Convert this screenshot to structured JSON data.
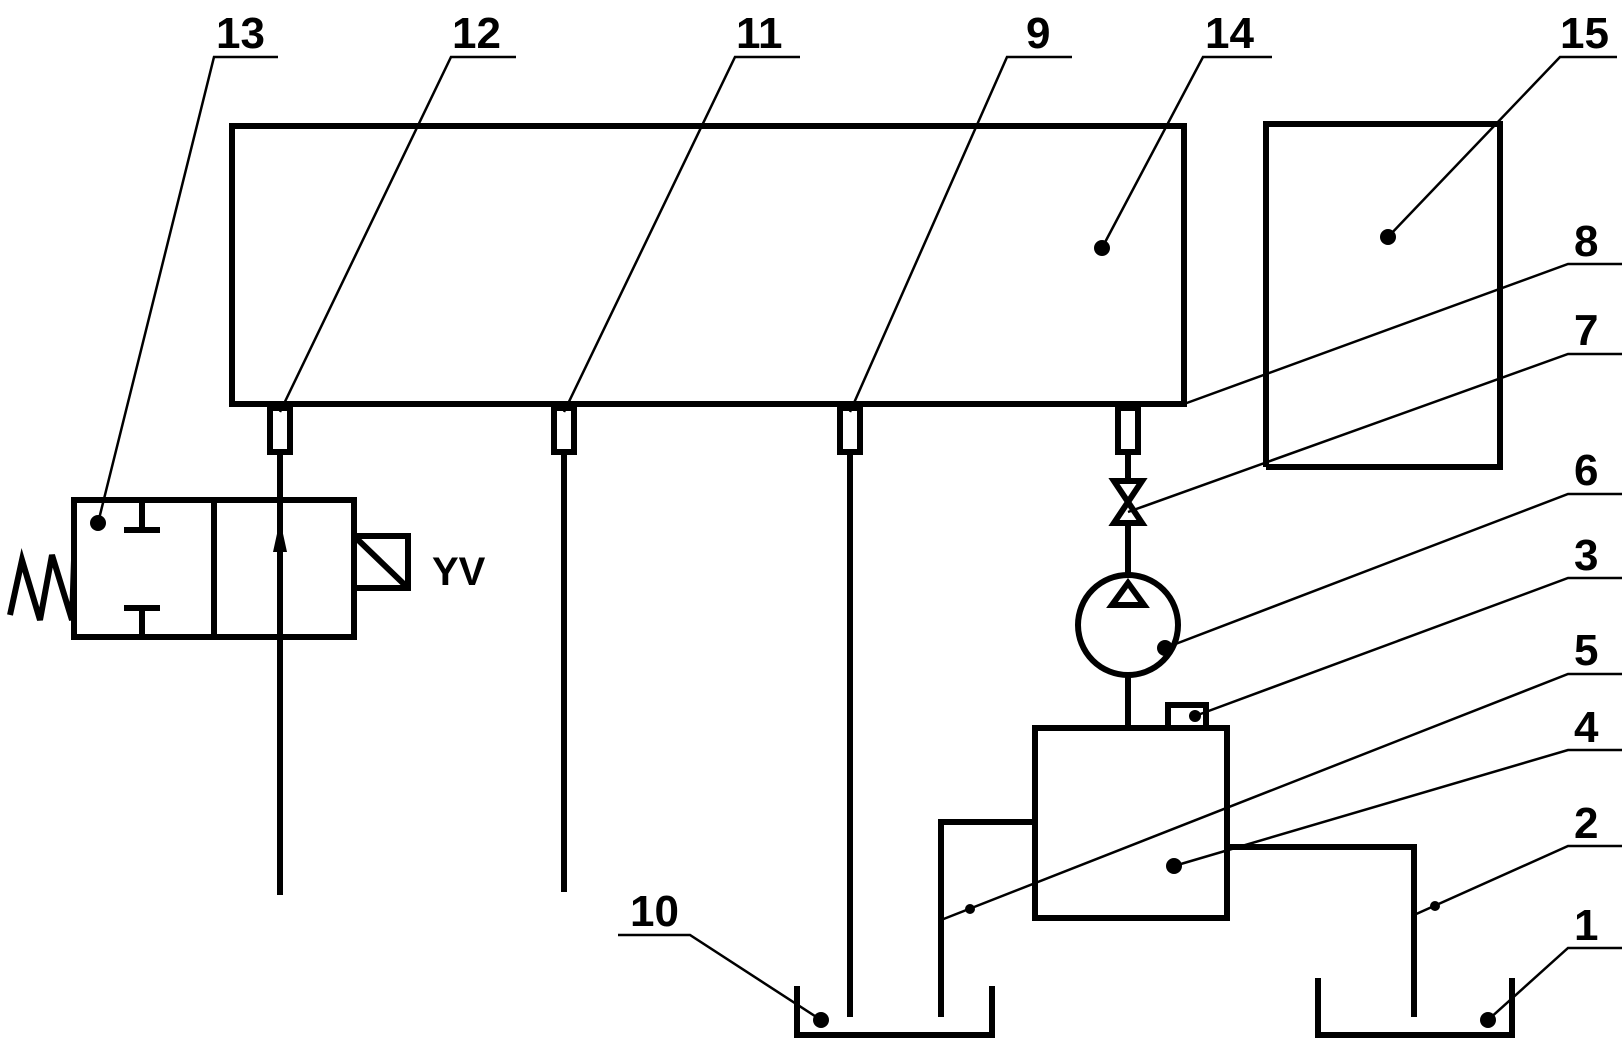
{
  "labels": {
    "l1": "1",
    "l2": "2",
    "l3": "3",
    "l4": "4",
    "l5": "5",
    "l6": "6",
    "l7": "7",
    "l8": "8",
    "l9": "9",
    "l10": "10",
    "l11": "11",
    "l12": "12",
    "l13": "13",
    "l14": "14",
    "l15": "15"
  },
  "solenoid_label": "YV"
}
